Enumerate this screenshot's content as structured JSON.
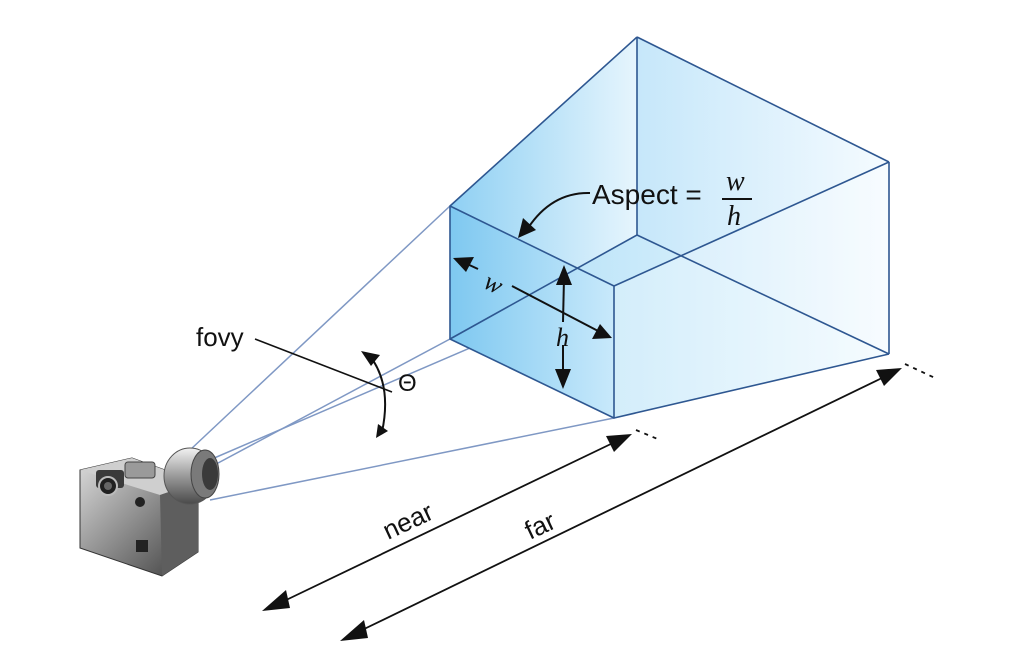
{
  "labels": {
    "fovy": "fovy",
    "theta": "Θ",
    "aspect": "Aspect =",
    "aspect_num": "w",
    "aspect_den": "h",
    "w": "w",
    "h": "h",
    "near": "near",
    "far": "far"
  },
  "colors": {
    "edge": "#2e5791",
    "ray": "#7f98c4",
    "fill_dark": "#8ecdf2",
    "fill_light": "#eef8fe",
    "arrow": "#111111"
  },
  "icons": {
    "camera": "camera-icon"
  }
}
